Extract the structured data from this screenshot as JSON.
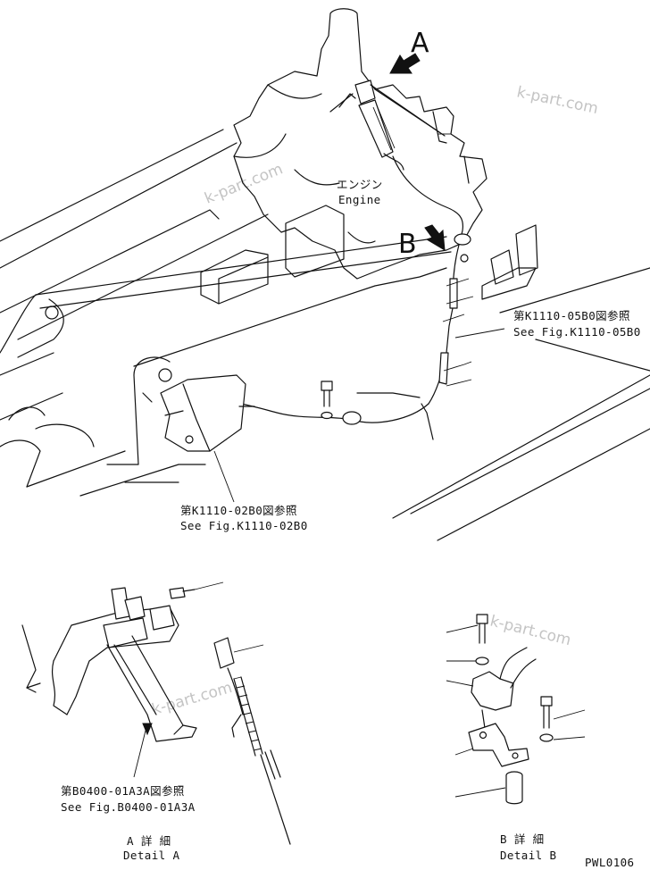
{
  "watermark": "k-part.com",
  "markers": {
    "a": "A",
    "b": "B"
  },
  "engine": {
    "jp": "エンジン",
    "en": "Engine"
  },
  "refs": {
    "k1110_05b0": {
      "jp": "第K1110-05B0図参照",
      "en": "See Fig.K1110-05B0"
    },
    "k1110_02b0": {
      "jp": "第K1110-02B0図参照",
      "en": "See Fig.K1110-02B0"
    },
    "b0400_01a3a": {
      "jp": "第B0400-01A3A図参照",
      "en": "See Fig.B0400-01A3A"
    }
  },
  "details": {
    "a": {
      "jp": "A 詳 細",
      "en": "Detail A"
    },
    "b": {
      "jp": "B 詳 細",
      "en": "Detail B"
    }
  },
  "drawing_id": "PWL0106"
}
